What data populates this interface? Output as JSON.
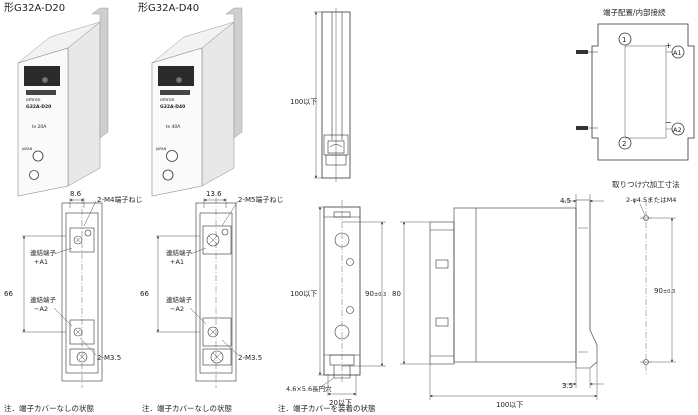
{
  "titles": {
    "model_d20": "形G32A-D20",
    "model_d40": "形G32A-D40",
    "terminal_layout": "端子配置/内部接続",
    "mount_hole": "取りつけ穴加工寸法"
  },
  "photo_labels": {
    "brand": "omron",
    "model_d20": "G32A-D20",
    "model_d40": "G32A-D40",
    "rating_d20": "Ie 20A",
    "rating_d40": "Ie 40A",
    "japan": "JAPAN"
  },
  "dims": {
    "side_height": "100以下",
    "front_height": "100以下",
    "front_width": "20以下",
    "hole_pitch": "90",
    "hole_tol": "±0.3",
    "body_height": "80",
    "depth": "100以下",
    "flange": "4.5",
    "foot": "3.5",
    "mount_pitch": "90",
    "mount_tol": "±0.3",
    "d20_pitch": "8.6",
    "d40_pitch": "13.6",
    "height_66_a": "66",
    "height_66_b": "66"
  },
  "callouts": {
    "d20_top_screw": "2-M4端子ねじ",
    "d20_bottom_screw": "2-M3.5",
    "d40_top_screw": "2-M5端子ねじ",
    "d40_bottom_screw": "2-M3.5",
    "slot": "4.6×5.6長円穴",
    "mount_holes": "2-φ4.5またはM4"
  },
  "terminal_text": {
    "link_d20": "連結端子",
    "a1_d20": "+A1",
    "a2_d20": "−A2",
    "link2_d20": "連結端子",
    "link_d40": "連結端子",
    "a1_d40": "+A1",
    "a2_d40": "−A2",
    "link2_d40": "連結端子"
  },
  "schematic": {
    "t1": "1",
    "t2": "2",
    "a1": "A1",
    "a2": "A2",
    "plus": "+",
    "minus": "−"
  },
  "notes": {
    "n1": "注．端子カバーなしの状態",
    "n2": "注．端子カバーなしの状態",
    "n3": "注．端子カバーを装着の状態"
  }
}
